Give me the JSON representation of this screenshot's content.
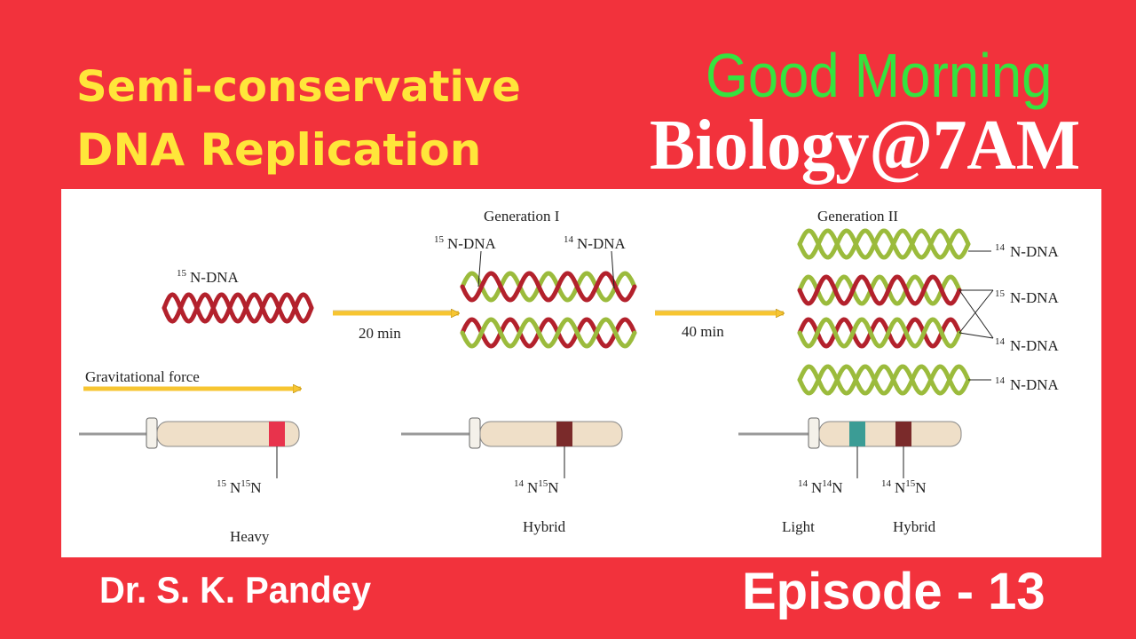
{
  "title": {
    "line1": "Semi-conservative",
    "line2": "DNA Replication"
  },
  "show": {
    "greeting": "Good Morning",
    "name": "Biology@7AM"
  },
  "author": "Dr. S. K. Pandey",
  "episode": "Episode - 13",
  "colors": {
    "background": "#f2323c",
    "title": "#ffe63a",
    "greeting": "#35e33f",
    "heavy_strand": "#b3212c",
    "light_strand": "#9bbb3c",
    "arrow": "#f7c531",
    "tube": "#efdfc8",
    "heavy_band": "#e8334c",
    "hybrid_band": "#7a2a2a",
    "light_band": "#3b9c95"
  },
  "diagram": {
    "parent_label": {
      "sup": "15",
      "text": "N-DNA"
    },
    "generation1": {
      "title": "Generation I",
      "label_left": {
        "sup": "15",
        "text": "N-DNA"
      },
      "label_right": {
        "sup": "14",
        "text": "N-DNA"
      }
    },
    "generation2": {
      "title": "Generation II",
      "labels": [
        {
          "sup": "14",
          "text": "N-DNA"
        },
        {
          "sup": "15",
          "text": "N-DNA"
        },
        {
          "sup": "14",
          "text": "N-DNA"
        },
        {
          "sup": "14",
          "text": "N-DNA"
        }
      ]
    },
    "arrow1": "20 min",
    "arrow2": "40 min",
    "gravity": "Gravitational force",
    "tubes": [
      {
        "bands": [
          {
            "sup": "15",
            "formula": "N",
            "sup2": "15",
            "formula2": "N"
          }
        ],
        "caption": "Heavy"
      },
      {
        "bands": [
          {
            "sup": "14",
            "formula": "N",
            "sup2": "15",
            "formula2": "N"
          }
        ],
        "caption": "Hybrid"
      },
      {
        "bands": [
          {
            "sup": "14",
            "formula": "N",
            "sup2": "14",
            "formula2": "N",
            "caption": "Light"
          },
          {
            "sup": "14",
            "formula": "N",
            "sup2": "15",
            "formula2": "N",
            "caption": "Hybrid"
          }
        ]
      }
    ]
  }
}
